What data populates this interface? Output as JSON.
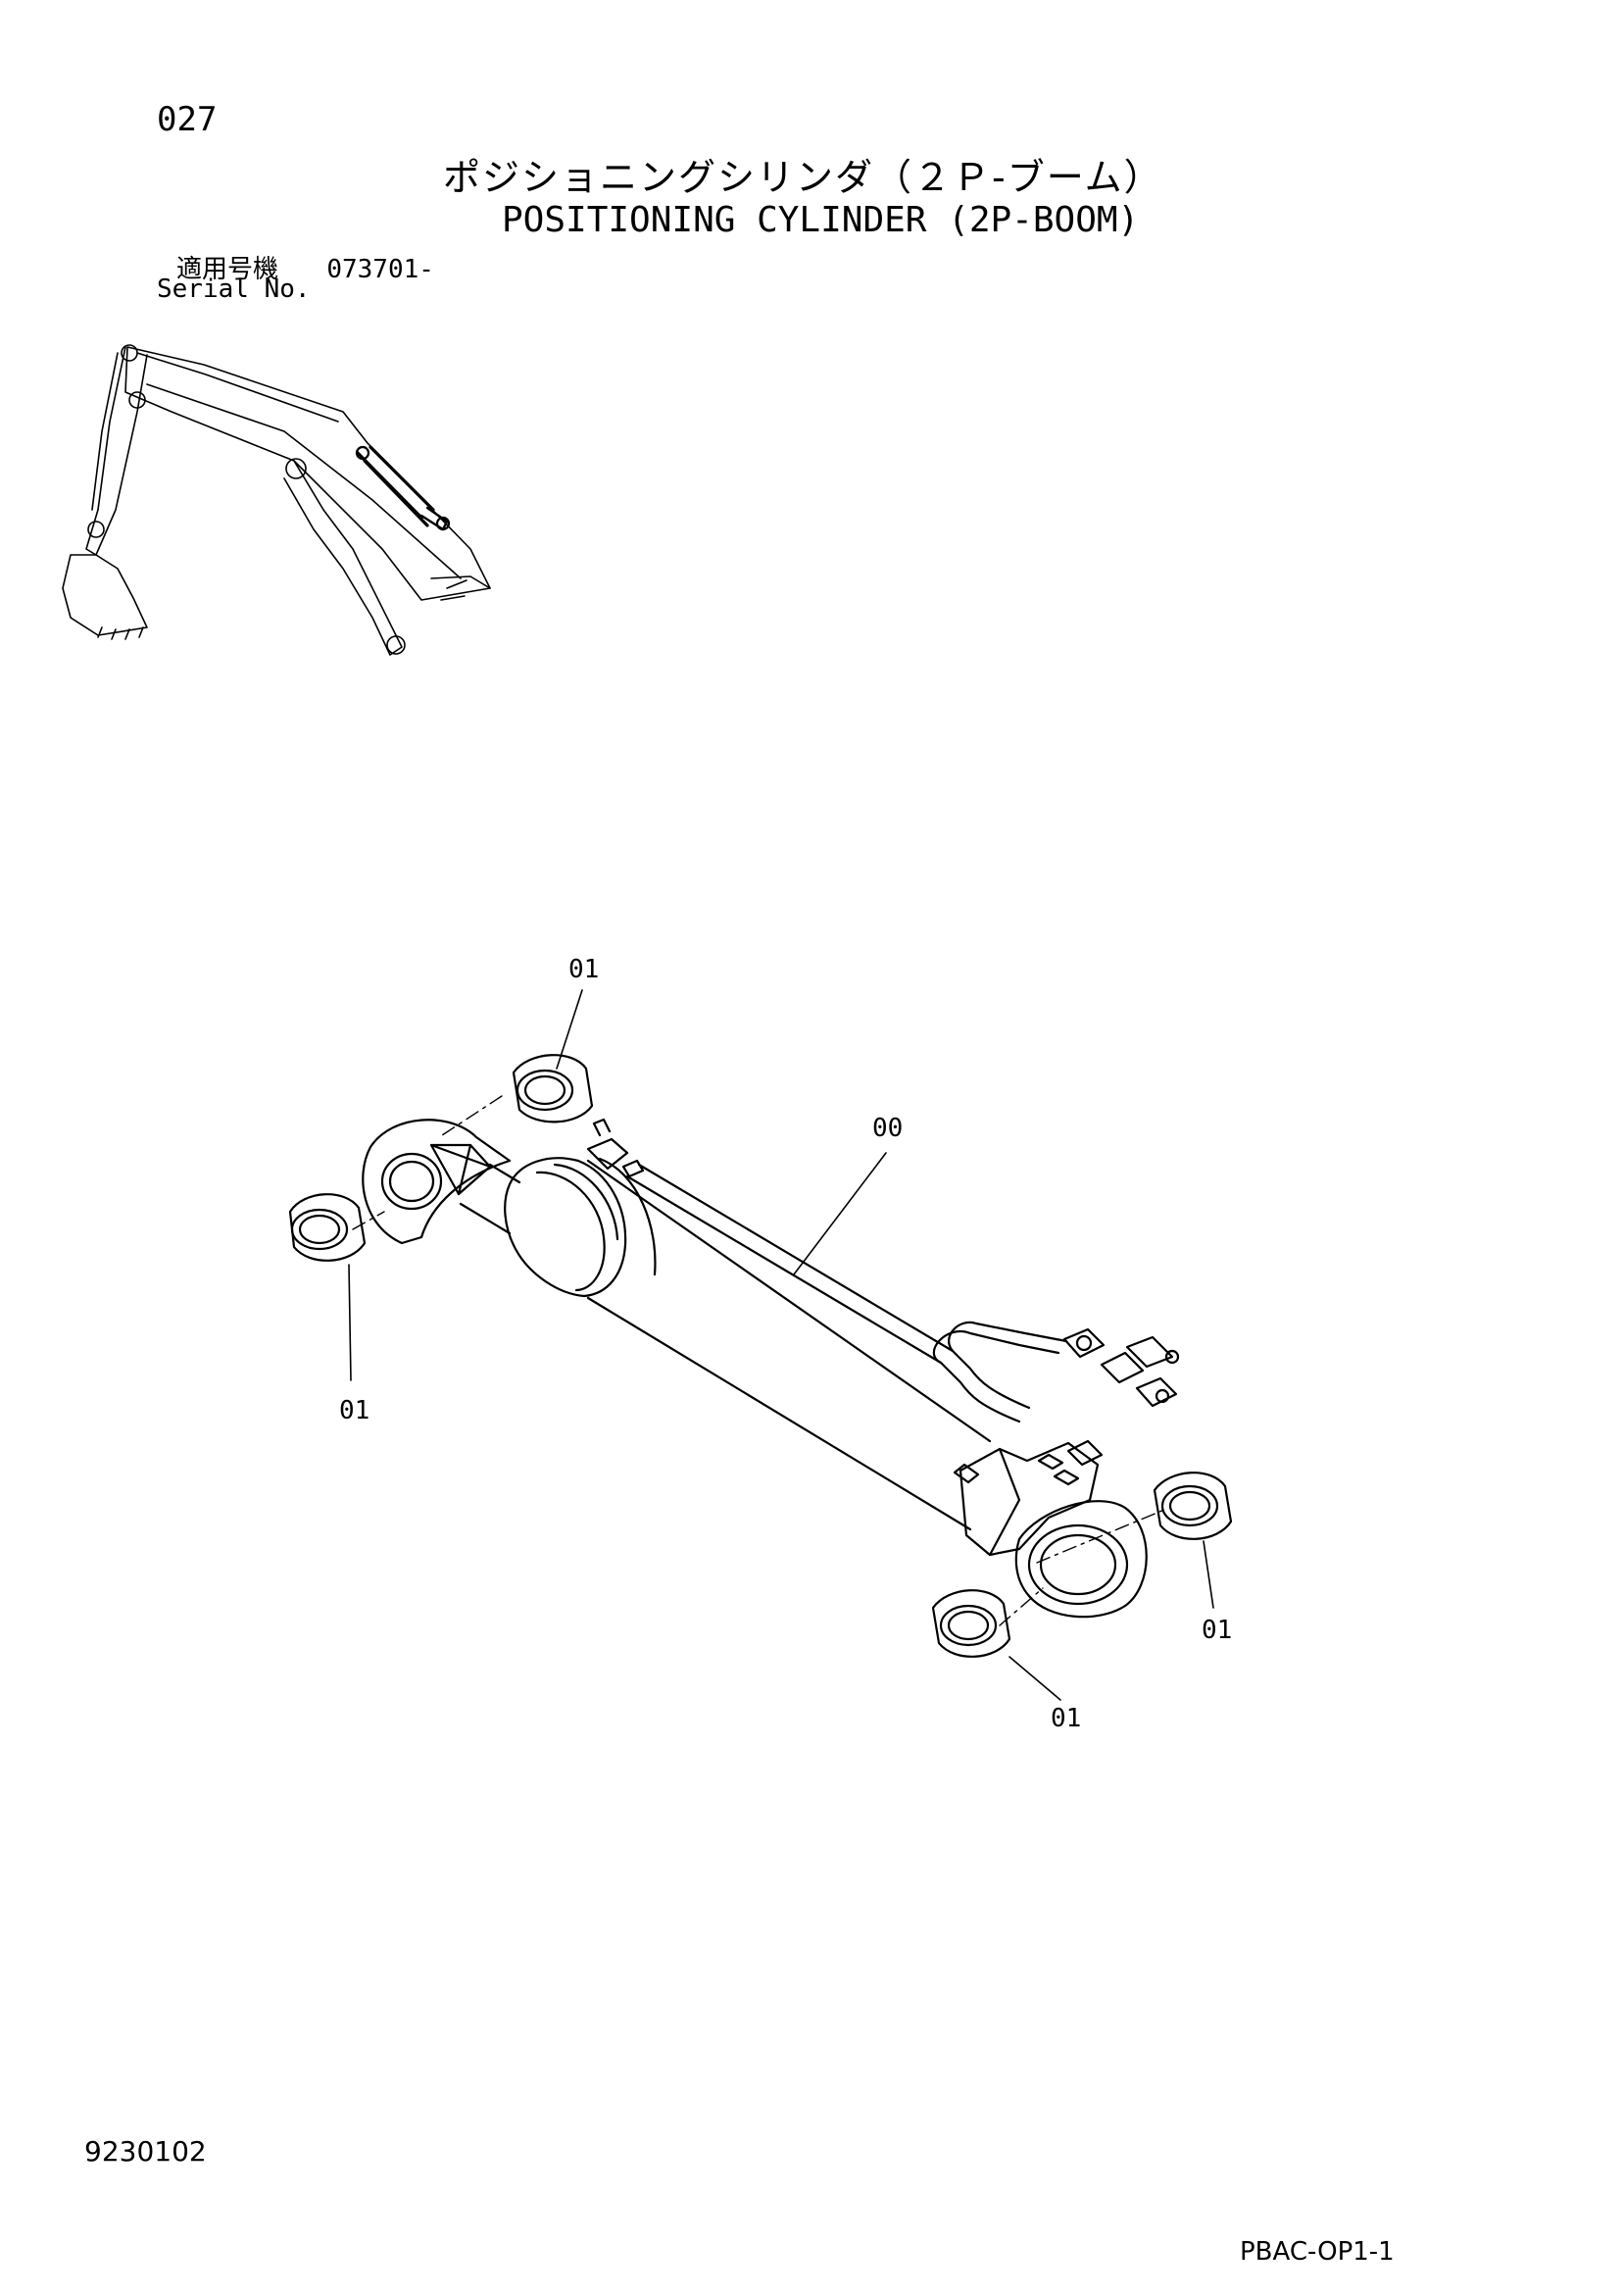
{
  "header": {
    "page_number": "027",
    "title_jp": "ポジショニングシリンダ（２Ｐ-ブーム）",
    "title_en": "POSITIONING CYLINDER (2P-BOOM)"
  },
  "serial": {
    "label_jp": "適用号機",
    "value": "073701-",
    "label_en": "Serial No."
  },
  "diagram": {
    "callouts": [
      "01",
      "00",
      "01",
      "01",
      "01"
    ]
  },
  "footer": {
    "doc_number": "9230102",
    "sheet_code": "PBAC-OP1-1"
  }
}
